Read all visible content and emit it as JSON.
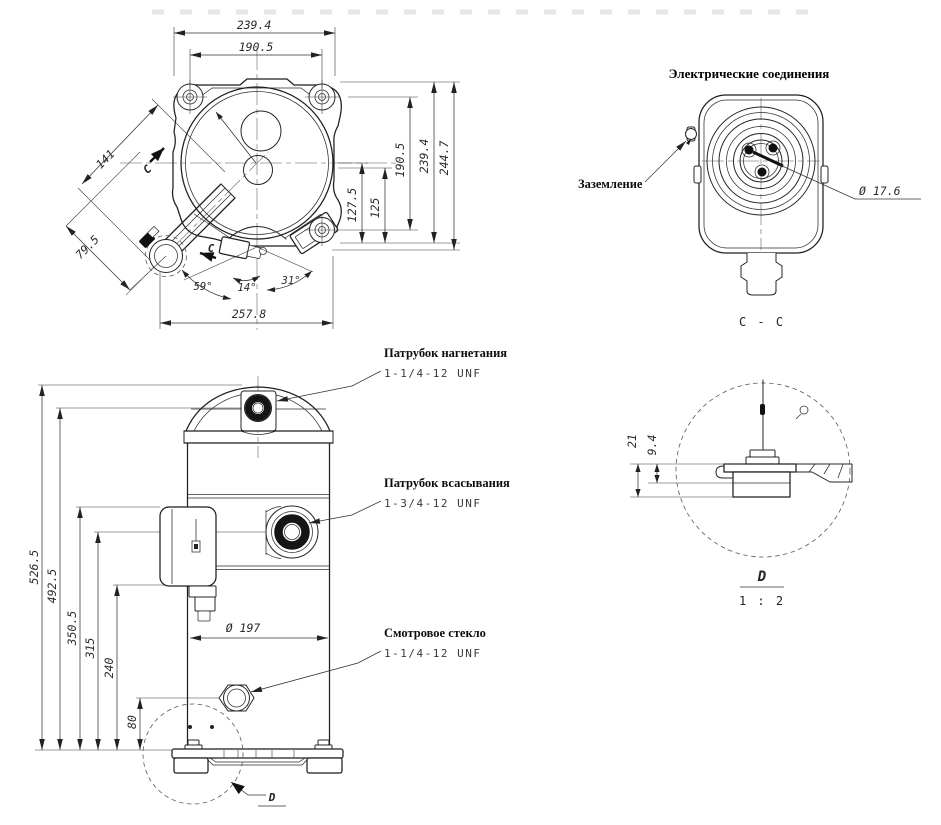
{
  "top_view": {
    "dim_width_outer": "239.4",
    "dim_width_bolts": "190.5",
    "dim_right_127": "127.5",
    "dim_right_125": "125",
    "dim_right_190": "190.5",
    "dim_right_239": "239.4",
    "dim_right_244": "244.7",
    "dim_bottom": "257.8",
    "dim_diag_141": "141",
    "dim_diag_79": "79.5",
    "angle_59": "59°",
    "angle_14": "14°",
    "angle_31": "31°",
    "section_letter": "C"
  },
  "electrical_view": {
    "title": "Электрические соединения",
    "ground_label": "Заземление",
    "diameter_label": "Ø 17.6",
    "section_caption": "C - C"
  },
  "front_view": {
    "dim_total_height": "526.5",
    "dim_discharge_height": "492.5",
    "dim_box_top_height": "350.5",
    "dim_suction_height": "315",
    "dim_box_bottom_height": "240",
    "dim_sight_height": "80",
    "dim_body_diameter": "Ø 197",
    "discharge_title": "Патрубок нагнетания",
    "discharge_thread": "1-1/4-12 UNF",
    "suction_title": "Патрубок всасывания",
    "suction_thread": "1-3/4-12 UNF",
    "sight_title": "Смотровое стекло",
    "sight_thread": "1-1/4-12 UNF",
    "detail_letter": "D"
  },
  "detail_view": {
    "dim_21": "21",
    "dim_9_4": "9.4",
    "caption_letter": "D",
    "caption_scale": "1 : 2"
  }
}
